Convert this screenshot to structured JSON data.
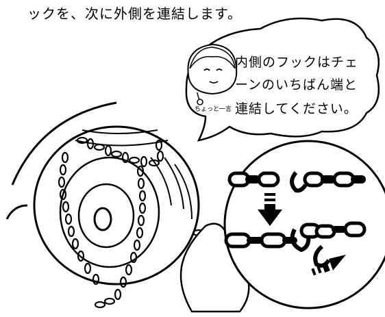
{
  "instruction_text": "ックを、次に外側を連結します。",
  "tip": {
    "caption": "ちょっと一言",
    "lines": [
      "内側のフックはチェ",
      "ーンのいちばん端と",
      "連結してください。"
    ]
  }
}
